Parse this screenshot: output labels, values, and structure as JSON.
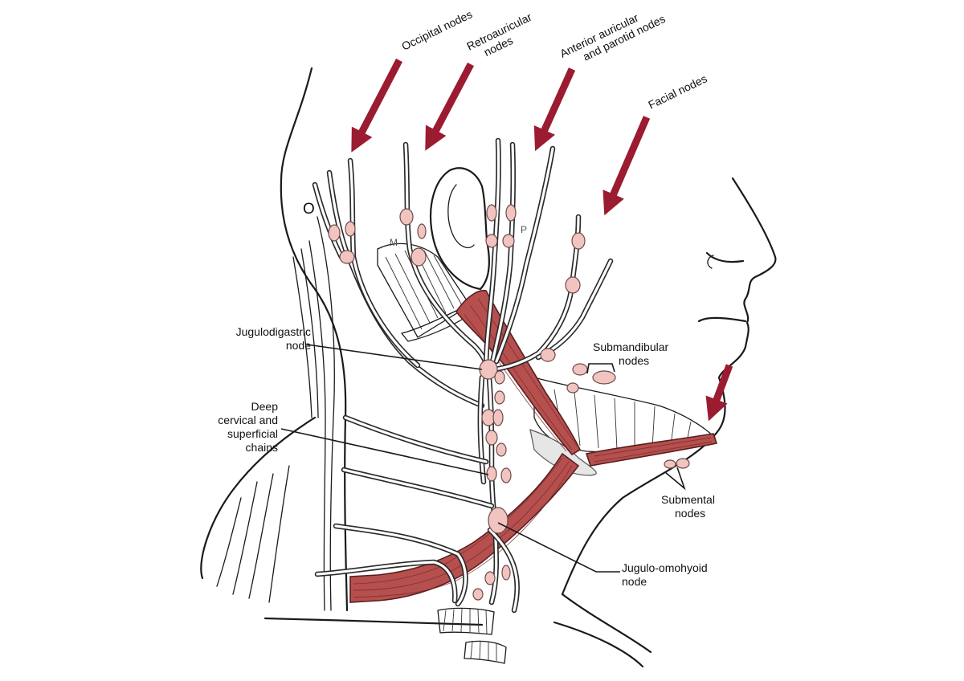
{
  "labels": {
    "occipital": "Occipital nodes",
    "retroauricular_1": "Retroauricular",
    "retroauricular_2": "nodes",
    "anterior_auricular_1": "Anterior auricular",
    "anterior_auricular_2": "and parotid nodes",
    "facial": "Facial nodes",
    "jugulodigastric_1": "Jugulodigastric",
    "jugulodigastric_2": "node",
    "deep_cervical_1": "Deep",
    "deep_cervical_2": "cervical and",
    "deep_cervical_3": "superficial",
    "deep_cervical_4": "chains",
    "submandibular_1": "Submandibular",
    "submandibular_2": "nodes",
    "submental_1": "Submental",
    "submental_2": "nodes",
    "jugulo_omohyoid_1": "Jugulo-omohyoid",
    "jugulo_omohyoid_2": "node"
  },
  "landmark_letters": {
    "occipital_marker": "O",
    "mastoid_marker": "M",
    "parotid_marker": "P"
  },
  "colors": {
    "arrow": "#9b1b30",
    "node": "#f2c4c0",
    "muscle": "#b5504e",
    "line": "#1a1a1a",
    "gland": "#e6e6e6"
  }
}
